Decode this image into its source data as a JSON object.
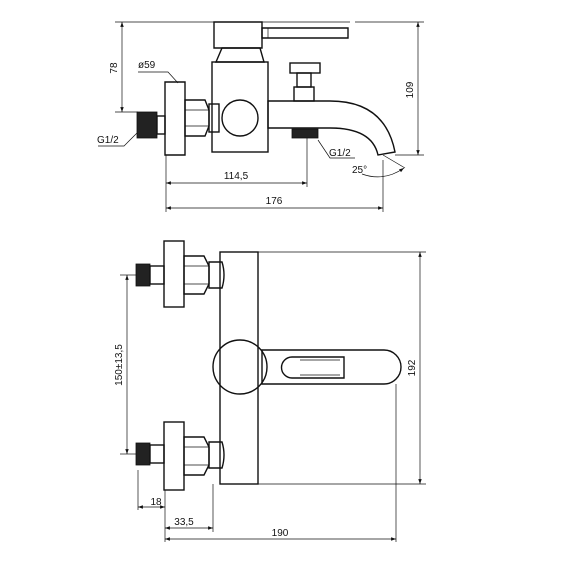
{
  "top_view": {
    "dim_height_left": "78",
    "dim_diameter": "ø59",
    "dim_height_right": "109",
    "thread_inlet": "G1/2",
    "thread_outlet": "G1/2",
    "dim_angle": "25°",
    "dim_inlet_to_outlet": "114,5",
    "dim_overall_depth": "176"
  },
  "bottom_view": {
    "dim_centers": "150±13,5",
    "dim_height": "192",
    "dim_connector": "18",
    "dim_offset": "33,5",
    "dim_overall_width": "190"
  },
  "colors": {
    "line": "#111111",
    "thread_fill": "#222222",
    "background": "#ffffff"
  }
}
